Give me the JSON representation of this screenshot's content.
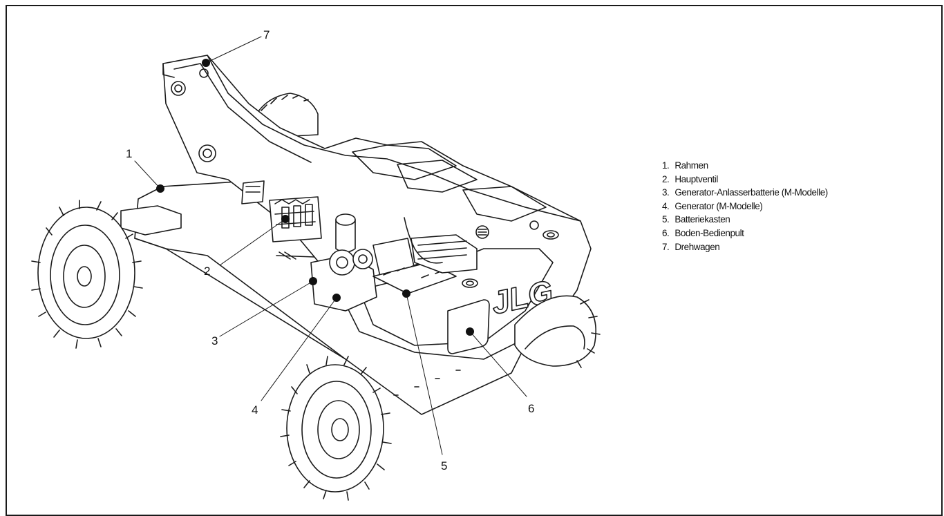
{
  "callouts": [
    {
      "number": "1"
    },
    {
      "number": "2"
    },
    {
      "number": "3"
    },
    {
      "number": "4"
    },
    {
      "number": "5"
    },
    {
      "number": "6"
    },
    {
      "number": "7"
    }
  ],
  "legend": [
    {
      "number": "1.",
      "text": "Rahmen"
    },
    {
      "number": "2.",
      "text": "Hauptventil"
    },
    {
      "number": "3.",
      "text": "Generator-Anlasserbatterie (M-Modelle)"
    },
    {
      "number": "4.",
      "text": "Generator (M-Modelle)"
    },
    {
      "number": "5.",
      "text": "Batteriekasten"
    },
    {
      "number": "6.",
      "text": "Boden-Bedienpult"
    },
    {
      "number": "7.",
      "text": "Drehwagen"
    }
  ],
  "brand_logo": "JLG",
  "colors": {
    "line": "#1a1a1a",
    "fill": "#ffffff"
  }
}
